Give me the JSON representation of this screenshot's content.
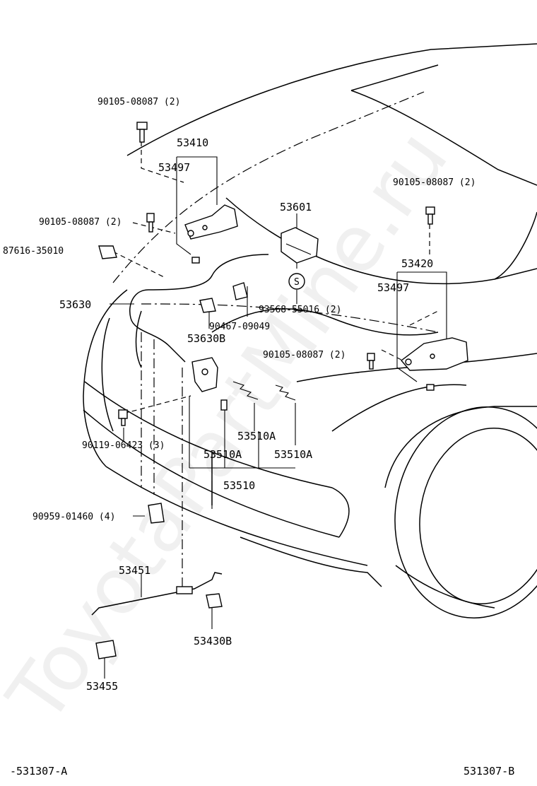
{
  "watermark": "ToyotaPartMine.ru",
  "labels": {
    "l_90105_08087_top": "90105-08087 (2)",
    "l_53410": "53410",
    "l_53497_left": "53497",
    "l_90105_08087_left": "90105-08087 (2)",
    "l_87616_35010": "87616-35010",
    "l_53630": "53630",
    "l_53601": "53601",
    "l_s_circle": "S",
    "l_93568_55016": "93568-55016 (2)",
    "l_90467_09049": "90467-09049",
    "l_53630b": "53630B",
    "l_90105_08087_right_top": "90105-08087 (2)",
    "l_53420": "53420",
    "l_53497_right": "53497",
    "l_90105_08087_right": "90105-08087 (2)",
    "l_90119_06423": "90119-06423 (3)",
    "l_53510a_1": "53510A",
    "l_53510a_2": "53510A",
    "l_53510a_3": "53510A",
    "l_53510": "53510",
    "l_90959_01460": "90959-01460 (4)",
    "l_53451": "53451",
    "l_53430b": "53430B",
    "l_53455": "53455"
  },
  "footer": {
    "left": "-531307-A",
    "right": "531307-B"
  }
}
